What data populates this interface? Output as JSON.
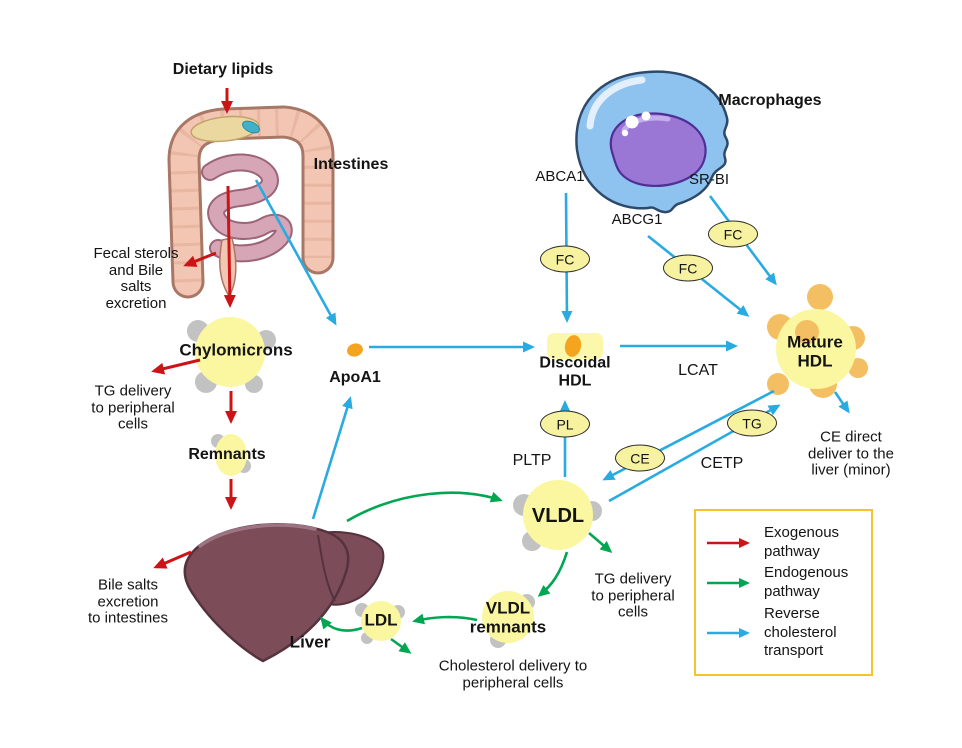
{
  "colors": {
    "exogenous_red": "#cc1417",
    "endogenous_green": "#00a651",
    "reverse_blue": "#29abe2",
    "particle_yellow": "#faf7a0",
    "label_oval_yellow": "#f6f2a0",
    "apo_orange": "#f5a41f",
    "hdl_blob_orange": "#f3bf62",
    "gray_blob": "#c2c2c2",
    "liver_maroon": "#7c4d59",
    "macrophage_blue": "#8ec2ef",
    "nucleus_purple": "#9a77d5",
    "legend_border": "#f5c331",
    "background": "#ffffff"
  },
  "nodes": {
    "dietary_lipids": "Dietary lipids",
    "intestines": "Intestines",
    "fecal_excretion": "Fecal sterols\nand Bile\nsalts\nexcretion",
    "chylomicrons": "Chylomicrons",
    "tg_delivery_chylomicrons": "TG delivery\nto peripheral\ncells",
    "remnants": "Remnants",
    "bile_salts": "Bile salts\nexcretion\nto intestines",
    "liver": "Liver",
    "apoa1": "ApoA1",
    "macrophages": "Macrophages",
    "abca1": "ABCA1",
    "abcg1": "ABCG1",
    "srbi": "SR-BI",
    "fc": "FC",
    "discoidal_hdl": "Discoidal\nHDL",
    "lcat": "LCAT",
    "mature_hdl": "Mature\nHDL",
    "ce_direct": "CE direct\ndeliver to the\nliver (minor)",
    "pl": "PL",
    "pltp": "PLTP",
    "ce": "CE",
    "cetp": "CETP",
    "tg": "TG",
    "vldl": "VLDL",
    "tg_delivery_vldl": "TG delivery\nto peripheral\ncells",
    "vldl_remnants": "VLDL\nremnants",
    "ldl": "LDL",
    "cholesterol_delivery": "Cholesterol delivery to\nperipheral cells"
  },
  "legend": {
    "items": [
      {
        "label": "Exogenous\npathway",
        "color": "#cc1417"
      },
      {
        "label": "Endogenous\npathway",
        "color": "#00a651"
      },
      {
        "label": "Reverse\ncholesterol\ntransport",
        "color": "#29abe2"
      }
    ]
  }
}
